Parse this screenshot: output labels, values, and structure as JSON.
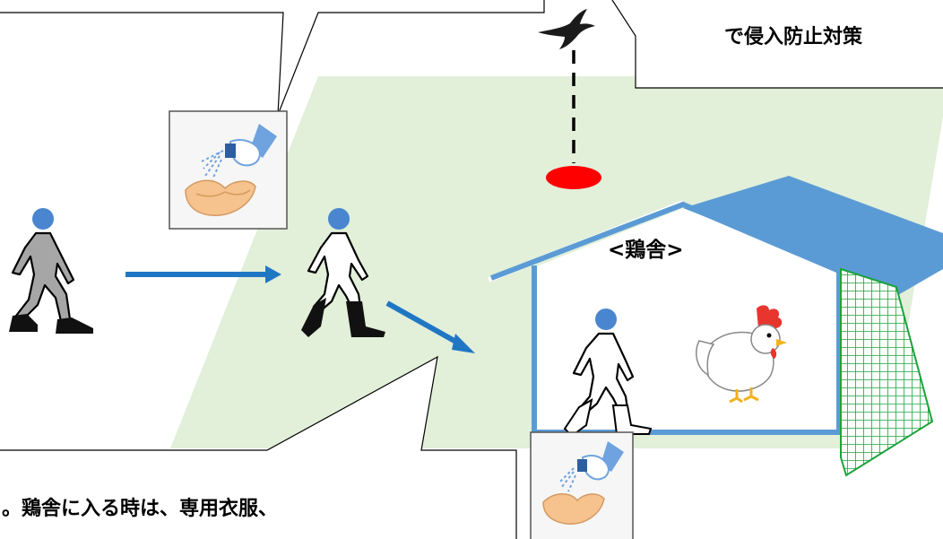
{
  "callouts": {
    "top_right_text": "で侵入防止対策",
    "bottom_text": "。鶏舎に入る時は、専用衣服、"
  },
  "house": {
    "label": "<鶏舎>"
  },
  "icons": {
    "bird": "bird-silhouette-icon",
    "spray": "hand-disinfection-spray-icon",
    "chicken": "chicken-icon",
    "person": "walking-person-icon"
  },
  "colors": {
    "area_green": "#e2efd9",
    "arrow_blue": "#1f77c4",
    "house_blue": "#5b9bd5",
    "person_head": "#4a86cf",
    "net_green": "#1aa33a",
    "marker_red": "#ff0000"
  }
}
